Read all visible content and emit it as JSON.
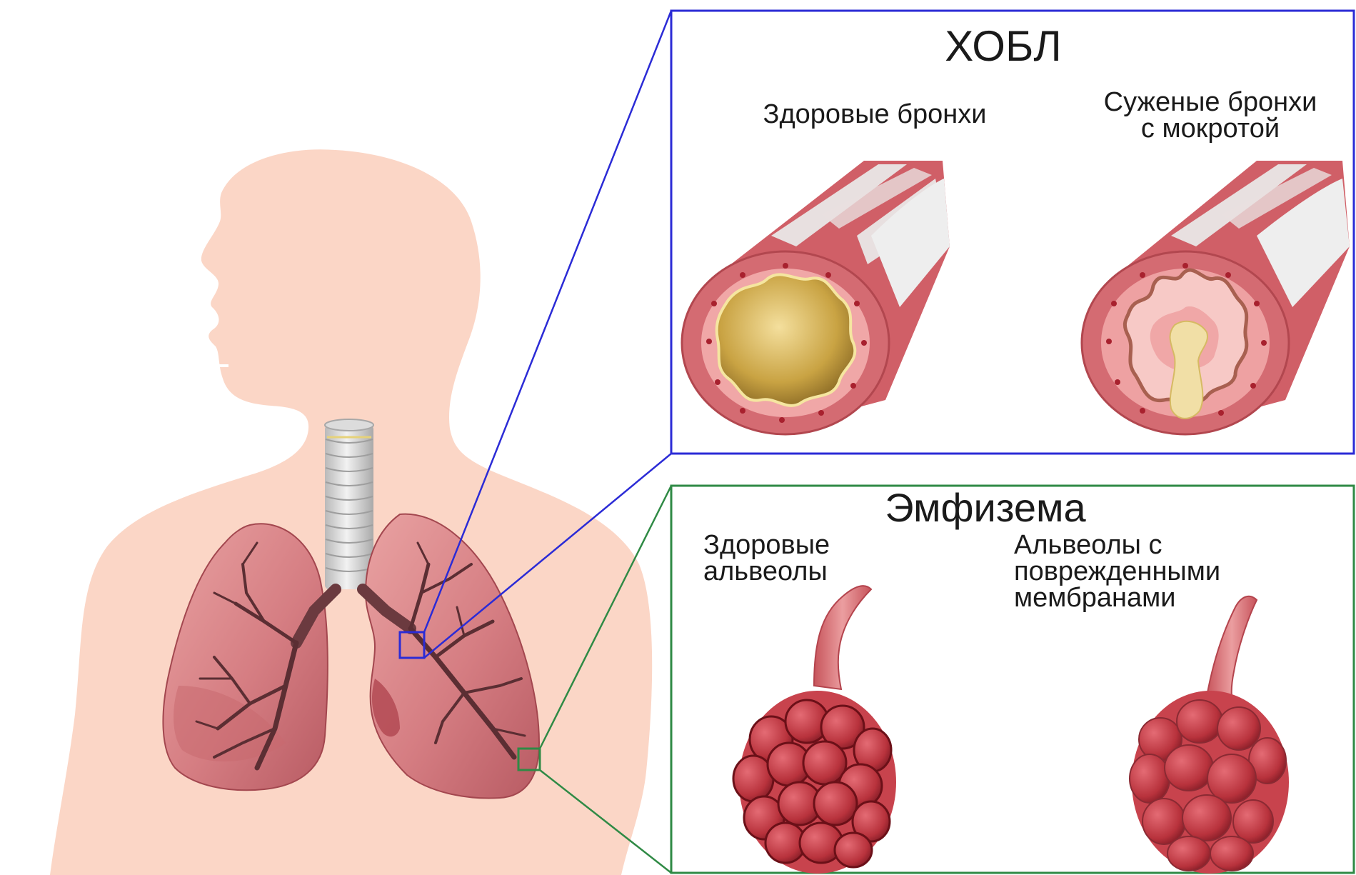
{
  "copd": {
    "title": "ХОБЛ",
    "healthy_label": "Здоровые бронхи",
    "narrowed_label_line1": "Суженые бронхи",
    "narrowed_label_line2": "с мокротой"
  },
  "emphysema": {
    "title": "Эмфизема",
    "healthy_label_line1": "Здоровые",
    "healthy_label_line2": "альвеолы",
    "damaged_label_line1": "Альвеолы с",
    "damaged_label_line2": "поврежденными",
    "damaged_label_line3": "мембранами"
  },
  "colors": {
    "copd_frame": "#2b2bd6",
    "emphysema_frame": "#2f8a45",
    "skin": "#fbd6c6",
    "lung": "#d97f83",
    "lung_dark": "#b85a61",
    "airway_tree": "#5b2e33",
    "bronchus_wall": "#d46b72",
    "bronchus_inner": "#f0a3a4",
    "mucus": "#d9b44a",
    "cartilage": "#e6e6e6",
    "alveoli": "#c84850"
  }
}
